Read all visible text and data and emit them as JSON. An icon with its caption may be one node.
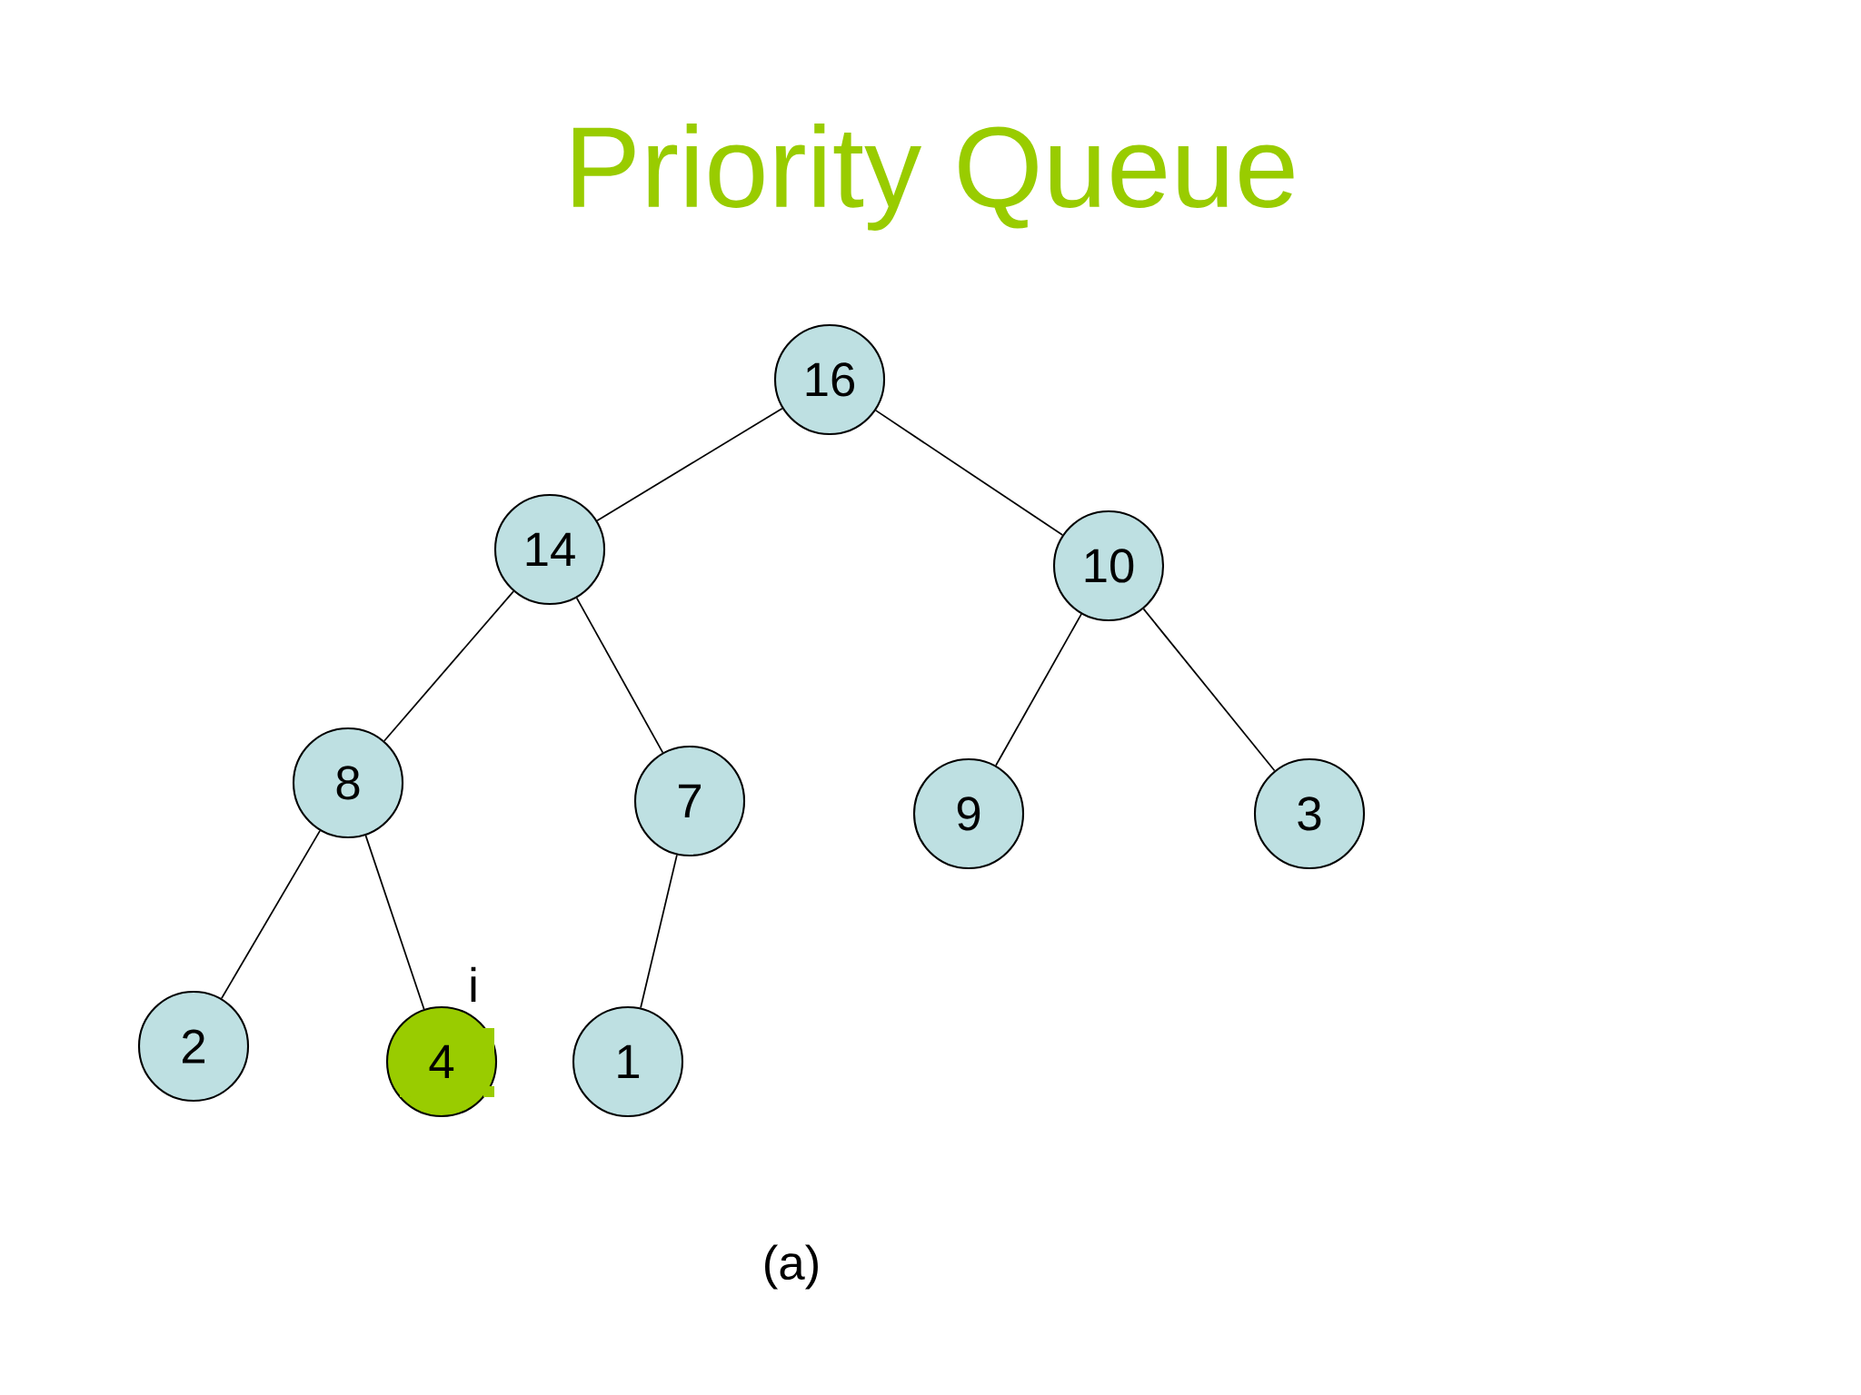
{
  "diagram": {
    "title": "Priority Queue",
    "caption": "(a)",
    "nodes": [
      {
        "text": [
          "16"
        ]
      },
      {
        "text": [
          "14"
        ]
      },
      {
        "text": [
          "10"
        ]
      },
      {
        "text": [
          "8"
        ]
      },
      {
        "text": [
          "7"
        ]
      },
      {
        "text": [
          "9"
        ]
      },
      {
        "text": [
          "3"
        ]
      },
      {
        "text": [
          "2"
        ]
      },
      {
        "text": [
          "4"
        ],
        "beside": [
          "i"
        ]
      },
      {
        "text": [
          "1"
        ]
      }
    ],
    "edges": [
      {
        "from": 0,
        "to": 1,
        "arrow": "none"
      },
      {
        "from": 0,
        "to": 2,
        "arrow": "none"
      },
      {
        "from": 1,
        "to": 3,
        "arrow": "none"
      },
      {
        "from": 1,
        "to": 4,
        "arrow": "none"
      },
      {
        "from": 2,
        "to": 5,
        "arrow": "none"
      },
      {
        "from": 2,
        "to": 6,
        "arrow": "none"
      },
      {
        "from": 3,
        "to": 7,
        "arrow": "none"
      },
      {
        "from": 3,
        "to": 8,
        "arrow": "none"
      },
      {
        "from": 4,
        "to": 9,
        "arrow": "none"
      }
    ]
  }
}
